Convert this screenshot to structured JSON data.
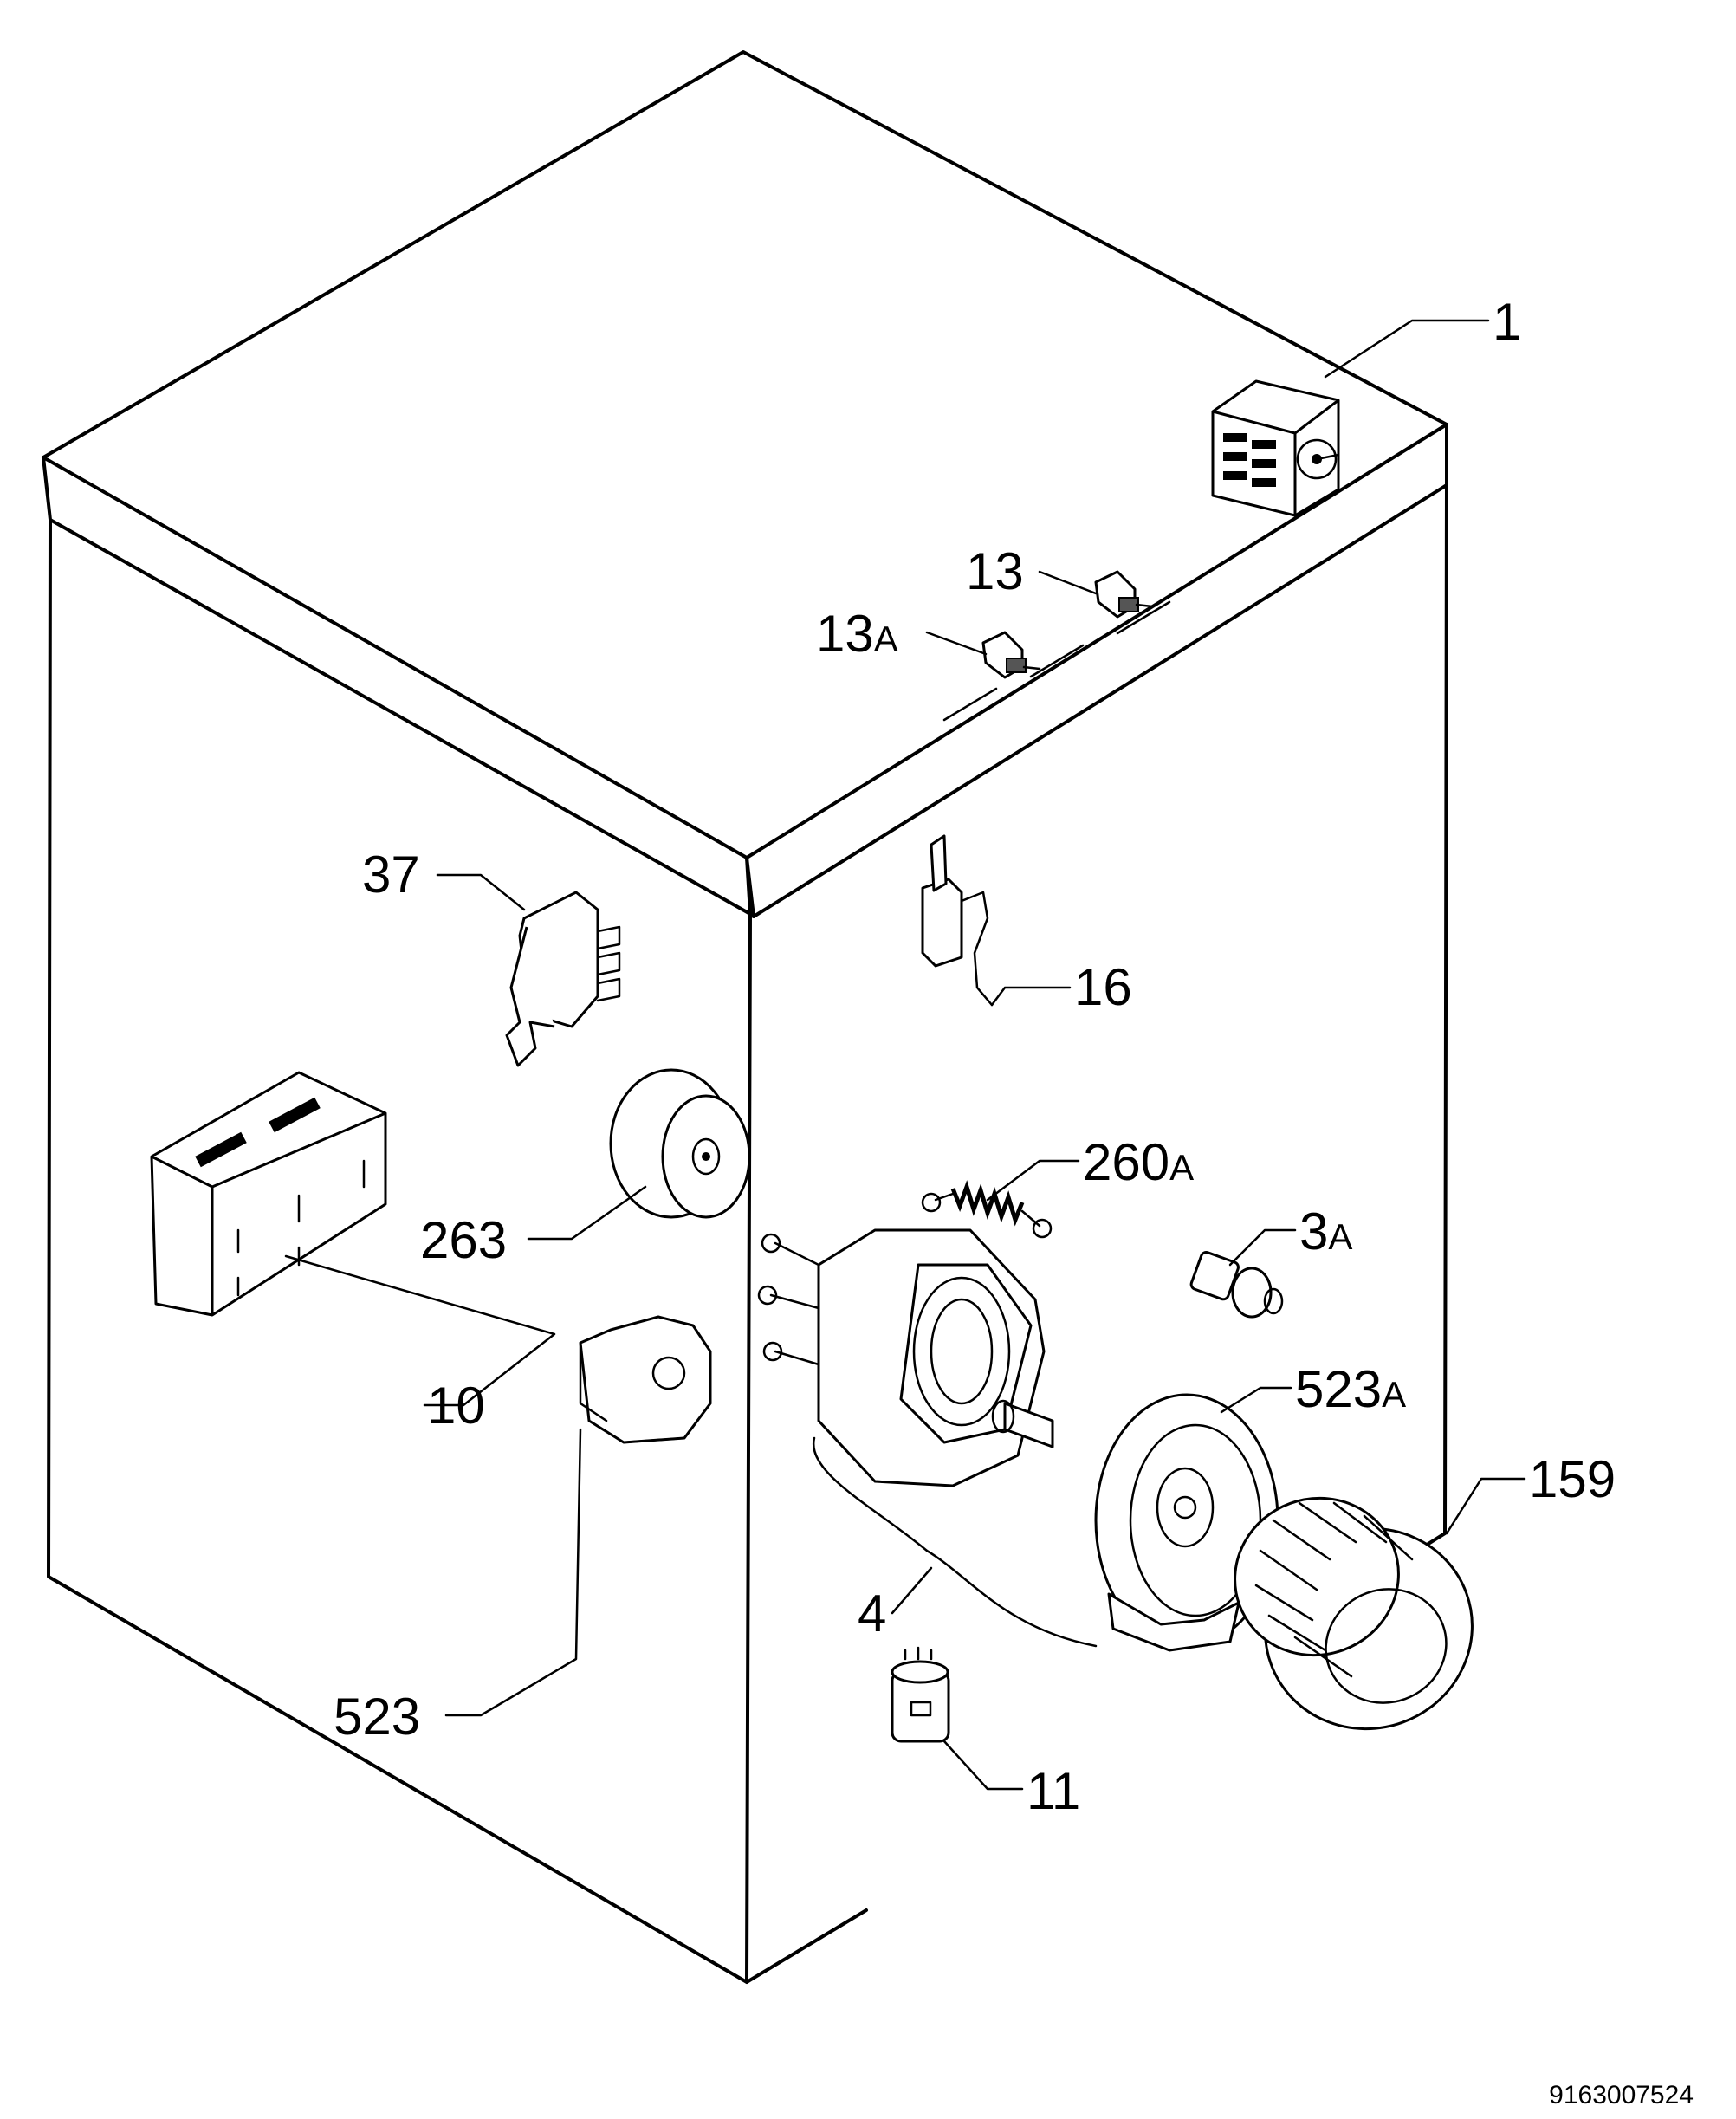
{
  "callouts": [
    {
      "id": "1",
      "text": "1"
    },
    {
      "id": "13",
      "text": "13"
    },
    {
      "id": "13a",
      "text": "13",
      "suffix": "A"
    },
    {
      "id": "37",
      "text": "37"
    },
    {
      "id": "16",
      "text": "16"
    },
    {
      "id": "10",
      "text": "10"
    },
    {
      "id": "263",
      "text": "263"
    },
    {
      "id": "260a",
      "text": "260",
      "suffix": "A"
    },
    {
      "id": "3a",
      "text": "3",
      "suffix": "A"
    },
    {
      "id": "523a",
      "text": "523",
      "suffix": "A"
    },
    {
      "id": "523",
      "text": "523"
    },
    {
      "id": "159",
      "text": "159"
    },
    {
      "id": "4",
      "text": "4"
    },
    {
      "id": "11",
      "text": "11"
    }
  ],
  "reference_number": "9163007524"
}
